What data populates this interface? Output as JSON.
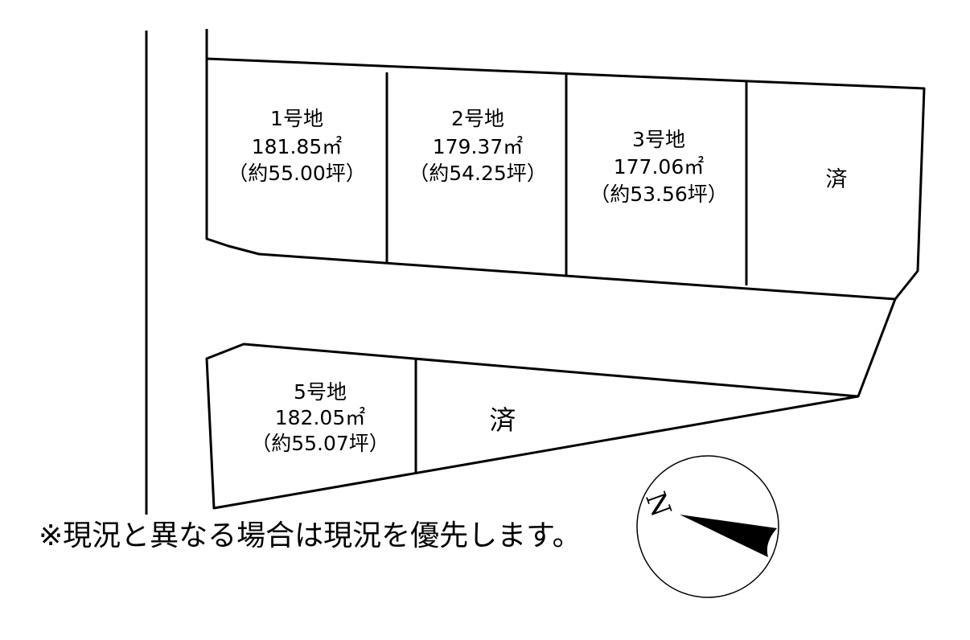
{
  "lots": [
    {
      "id": "lot-1",
      "name": "1号地",
      "area": "181.85㎡",
      "tsubo": "（約55.00坪）"
    },
    {
      "id": "lot-2",
      "name": "2号地",
      "area": "179.37㎡",
      "tsubo": "（約54.25坪）"
    },
    {
      "id": "lot-3",
      "name": "3号地",
      "area": "177.06㎡",
      "tsubo": "（約53.56坪）"
    },
    {
      "id": "lot-5",
      "name": "5号地",
      "area": "182.05㎡",
      "tsubo": "（約55.07坪）"
    }
  ],
  "sold_label": "済",
  "note": "※現況と異なる場合は現況を優先します。",
  "compass": {
    "letter": "N",
    "icon": "north-arrow-icon"
  },
  "colors": {
    "line": "#000000",
    "background": "#ffffff"
  }
}
